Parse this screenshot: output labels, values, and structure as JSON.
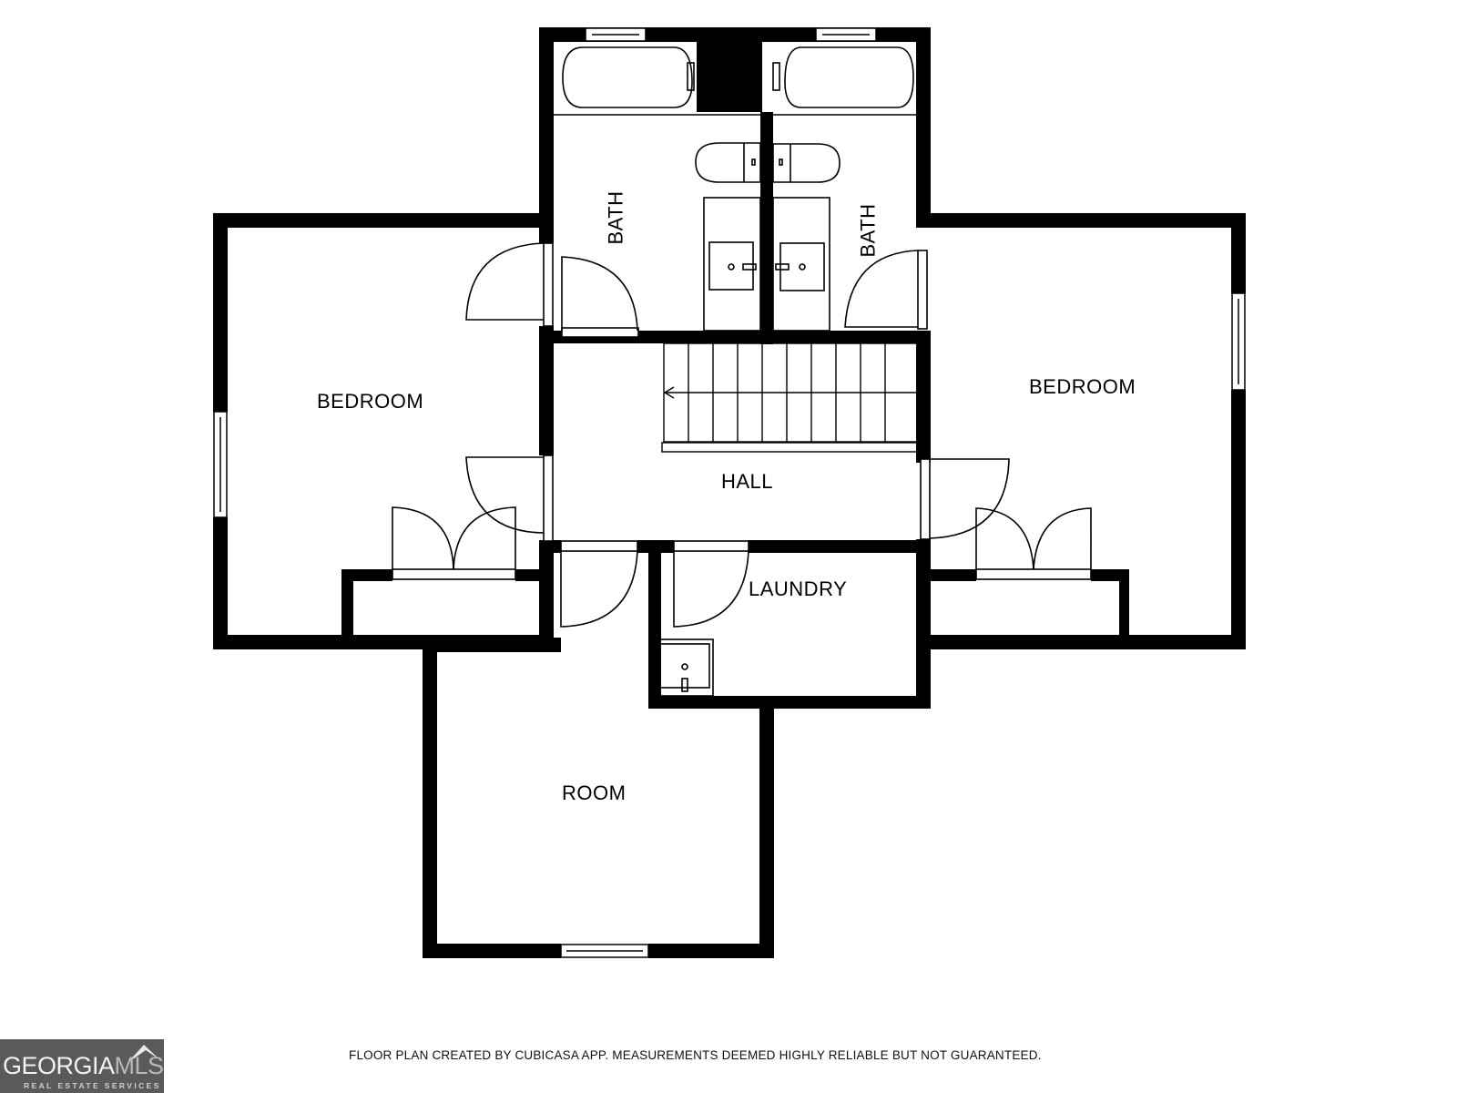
{
  "rooms": {
    "bedroom_left": "BEDROOM",
    "bath_left": "BATH",
    "bath_right": "BATH",
    "bedroom_right": "BEDROOM",
    "hall": "HALL",
    "laundry": "LAUNDRY",
    "room": "ROOM"
  },
  "footer": {
    "note": "FLOOR PLAN CREATED BY CUBICASA APP. MEASUREMENTS DEEMED HIGHLY RELIABLE BUT NOT GUARANTEED."
  },
  "logo": {
    "brand_part1": "GEORGIA",
    "brand_part2": "MLS",
    "tagline": "REAL ESTATE SERVICES"
  },
  "colors": {
    "wall": "#000000",
    "background": "#ffffff",
    "logo_bg": "#5a5a5a"
  }
}
